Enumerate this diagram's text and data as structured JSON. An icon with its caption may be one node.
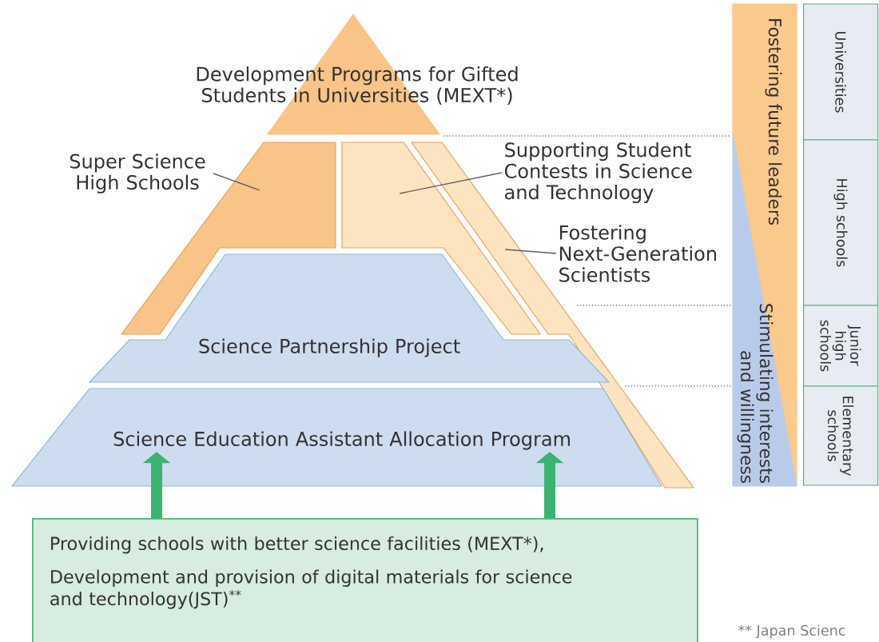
{
  "diagram": {
    "nodes": [
      {
        "text": [
          "Development Programs for Gifted Students in Universities (MEXT*)"
        ]
      },
      {
        "text": [
          "Super Science High Schools"
        ]
      },
      {
        "text": [],
        "shape": "box"
      },
      {
        "text": [],
        "shape": "box"
      },
      {
        "text": [
          "Supporting Student Contests in Science and Technology"
        ]
      },
      {
        "text": [],
        "shape": "box"
      },
      {
        "text": [
          "Fostering Next-Generation Scientists"
        ]
      },
      {
        "text": [
          "Science Partnership Project"
        ]
      },
      {
        "text": [
          "Science Education Assistant Allocation Program"
        ]
      },
      {
        "text": [
          "Providing schools with better science facilities (MEXT*),",
          "Development and provision of digital materials for science and technology(JST)$^{**}$"
        ]
      },
      {
        "text": [
          "Fostering future leaders"
        ]
      },
      {
        "text": [
          "Stimulating interests and willingness"
        ]
      },
      {
        "text": [
          "Universities"
        ]
      },
      {
        "text": [
          "High schools"
        ]
      },
      {
        "text": [
          "Junior high schools"
        ]
      },
      {
        "text": [
          "Elementary schools"
        ]
      }
    ],
    "edges": [
      {
        "from": 1,
        "to": 2,
        "arrow": "none"
      },
      {
        "from": 4,
        "to": 3,
        "arrow": "none"
      },
      {
        "from": 6,
        "to": 5,
        "arrow": "none"
      },
      {
        "from": 9,
        "to": 8,
        "arrow": "to",
        "style": "thick",
        "color": "#3cb371"
      },
      {
        "from": 9,
        "to": 8,
        "arrow": "to",
        "style": "thick",
        "color": "#3cb371"
      }
    ],
    "labels": [
      "** Japan Scienc"
    ]
  }
}
